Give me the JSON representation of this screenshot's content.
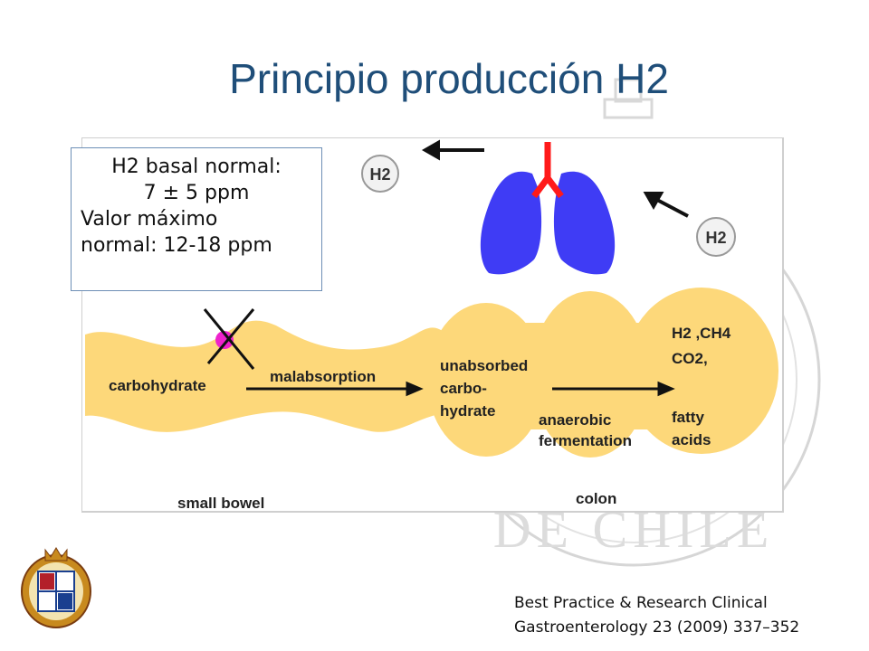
{
  "title": "Principio producción H2",
  "info_box": {
    "line1": "H2 basal normal:",
    "line2": "7 ± 5 ppm",
    "line3": "Valor máximo",
    "line4": "normal: 12-18 ppm"
  },
  "diagram": {
    "h2_bubble_top": "H2",
    "h2_bubble_right": "H2",
    "carbohydrate": "carbohydrate",
    "malabsorption": "malabsorption",
    "unabsorbed": [
      "unabsorbed",
      "carbo-",
      "hydrate"
    ],
    "anaerobic": [
      "anaerobic",
      "fermentation"
    ],
    "products": [
      "H2 ,CH4",
      "CO2,",
      "fatty",
      "acids"
    ],
    "small_bowel": "small bowel",
    "colon": "colon",
    "colors": {
      "intestine": "#fdd87a",
      "lungs": "#3f3cf5",
      "trachea": "#ff1a1a",
      "marker": "#ee22cc"
    }
  },
  "watermark": {
    "text": "DE CHILE"
  },
  "citation": {
    "line1": "Best Practice & Research Clinical",
    "line2": "Gastroenterology 23 (2009) 337–352"
  }
}
